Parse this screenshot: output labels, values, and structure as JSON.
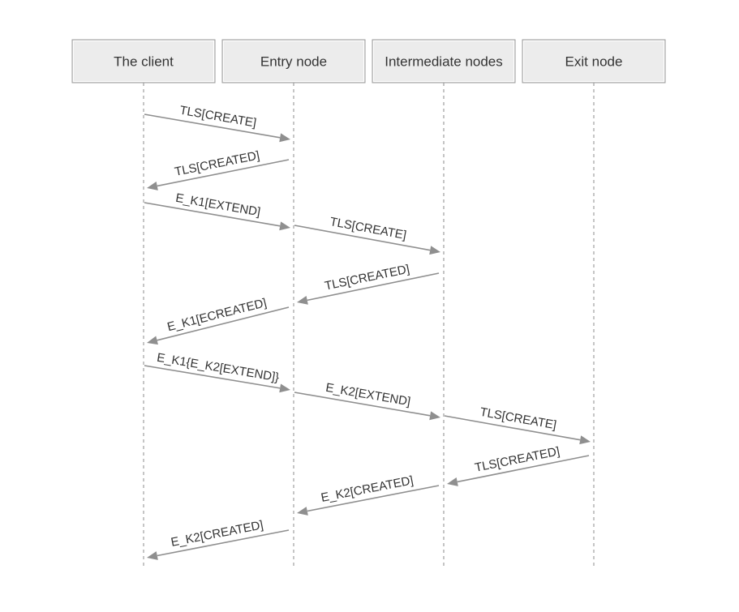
{
  "diagram": {
    "type": "sequence",
    "participants": [
      {
        "id": "client",
        "label": "The client"
      },
      {
        "id": "entry",
        "label": "Entry node"
      },
      {
        "id": "intermediate",
        "label": "Intermediate nodes"
      },
      {
        "id": "exit",
        "label": "Exit node"
      }
    ],
    "messages": [
      {
        "from": "client",
        "to": "entry",
        "label": "TLS[CREATE]"
      },
      {
        "from": "entry",
        "to": "client",
        "label": "TLS[CREATED]"
      },
      {
        "from": "client",
        "to": "entry",
        "label": "E_K1[EXTEND]"
      },
      {
        "from": "entry",
        "to": "intermediate",
        "label": "TLS[CREATE]"
      },
      {
        "from": "intermediate",
        "to": "entry",
        "label": "TLS[CREATED]"
      },
      {
        "from": "entry",
        "to": "client",
        "label": "E_K1[ECREATED]"
      },
      {
        "from": "client",
        "to": "entry",
        "label": "E_K1{E_K2[EXTEND]}"
      },
      {
        "from": "entry",
        "to": "intermediate",
        "label": "E_K2[EXTEND]"
      },
      {
        "from": "intermediate",
        "to": "exit",
        "label": "TLS[CREATE]"
      },
      {
        "from": "exit",
        "to": "intermediate",
        "label": "TLS[CREATED]"
      },
      {
        "from": "intermediate",
        "to": "entry",
        "label": "E_K2[CREATED]"
      },
      {
        "from": "entry",
        "to": "client",
        "label": "E_K2[CREATED]"
      }
    ],
    "colors": {
      "box_fill": "#ececec",
      "box_border": "#9a9a9a",
      "arrow": "#8f8f8f",
      "lifeline": "#a6a6a6",
      "text": "#333333"
    }
  }
}
